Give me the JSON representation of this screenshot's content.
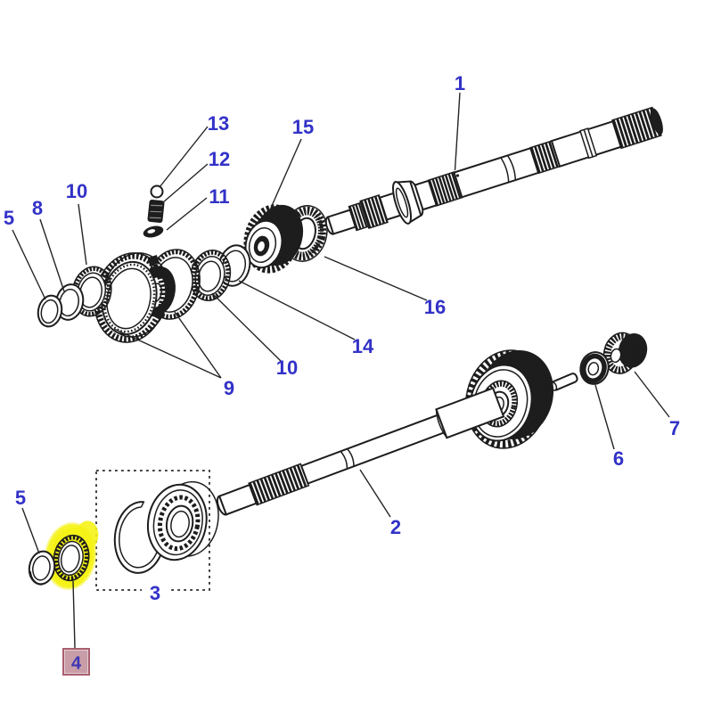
{
  "app": {
    "type": "exploded-parts-diagram",
    "description": "Transmission gearbox shaft exploded-view parts diagram with numbered callouts",
    "selected_callout": "4"
  },
  "colors": {
    "background": "#ffffff",
    "line": "#1d1d1d",
    "label": "#3232c8",
    "highlight": "#f5f218",
    "selected_box_fill": "#c89da7",
    "selected_box_border": "#a95f6e",
    "selected_label": "#3c35b5"
  },
  "callouts": [
    {
      "num": "1",
      "depicts": "main-shaft"
    },
    {
      "num": "2",
      "depicts": "drive-shaft"
    },
    {
      "num": "3",
      "depicts": "bearing-and-circlip-kit"
    },
    {
      "num": "4",
      "depicts": "seal-ring",
      "highlighted": true,
      "boxed": true
    },
    {
      "num": "5",
      "depicts": "ring-upper"
    },
    {
      "num": "5",
      "depicts": "ring-lower"
    },
    {
      "num": "6",
      "depicts": "washer"
    },
    {
      "num": "7",
      "depicts": "needle-bearing"
    },
    {
      "num": "8",
      "depicts": "ring"
    },
    {
      "num": "9",
      "depicts": "synchronizer-assembly"
    },
    {
      "num": "10",
      "depicts": "synchro-ring-upper"
    },
    {
      "num": "10",
      "depicts": "synchro-ring-lower"
    },
    {
      "num": "11",
      "depicts": "key"
    },
    {
      "num": "12",
      "depicts": "spring"
    },
    {
      "num": "13",
      "depicts": "ball"
    },
    {
      "num": "14",
      "depicts": "ring"
    },
    {
      "num": "15",
      "depicts": "gear"
    },
    {
      "num": "16",
      "depicts": "needle-bearing-ring"
    }
  ]
}
